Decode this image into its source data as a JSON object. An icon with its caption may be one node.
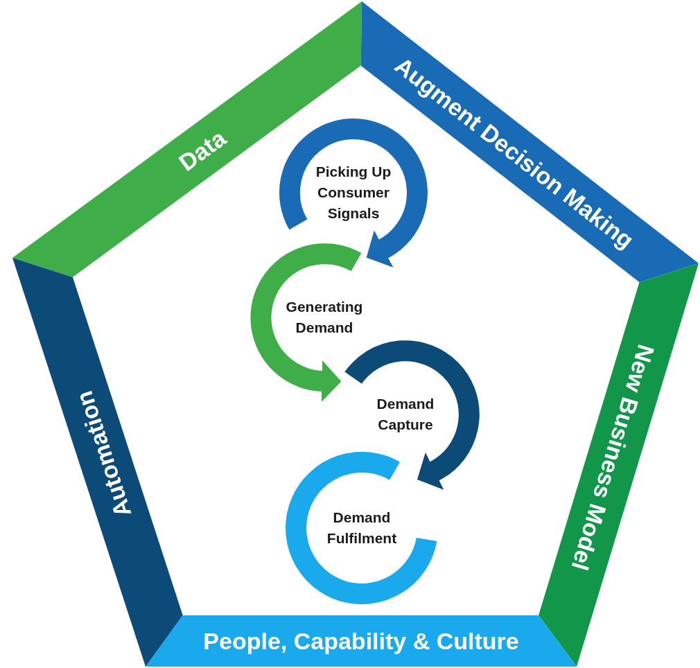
{
  "diagram": {
    "nodes": [
      {
        "text": [
          "Data"
        ]
      },
      {
        "text": [
          "Augment Decision Making"
        ]
      },
      {
        "text": [
          "New Business Model"
        ]
      },
      {
        "text": [
          "People, Capability & Culture"
        ]
      },
      {
        "text": [
          "Automation"
        ]
      },
      {
        "text": [
          "Picking Up Consumer Signals"
        ]
      },
      {
        "text": [
          "Generating Demand"
        ]
      },
      {
        "text": [
          "Demand Capture"
        ]
      },
      {
        "text": [
          "Demand Fulfilment"
        ]
      }
    ],
    "edges": [
      {
        "from": 5,
        "to": 6,
        "arrow": "to",
        "color": "#1a6bb5"
      },
      {
        "from": 6,
        "to": 7,
        "arrow": "to",
        "color": "#3fae49"
      },
      {
        "from": 7,
        "to": 8,
        "arrow": "to",
        "color": "#0c4a78"
      }
    ]
  }
}
